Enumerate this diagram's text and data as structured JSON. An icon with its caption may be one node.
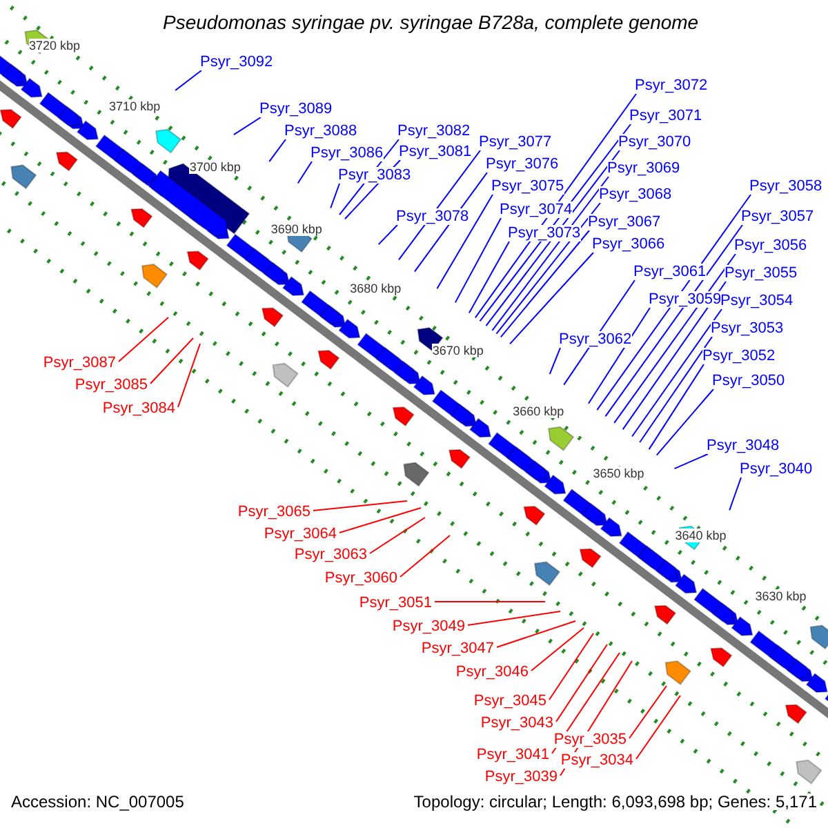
{
  "diagram": {
    "title": "Pseudomonas syringae pv. syringae B728a, complete genome",
    "nodes": [
      {
        "text": [
          "Psyr_3092"
        ]
      },
      {
        "text": [
          "Psyr_3089"
        ]
      },
      {
        "text": [
          "Psyr_3088"
        ]
      },
      {
        "text": [
          "Psyr_3086"
        ]
      },
      {
        "text": [
          "Psyr_3083"
        ]
      },
      {
        "text": [
          "Psyr_3082"
        ]
      },
      {
        "text": [
          "Psyr_3081"
        ]
      },
      {
        "text": [
          "Psyr_3078"
        ]
      },
      {
        "text": [
          "Psyr_3077"
        ]
      },
      {
        "text": [
          "Psyr_3076"
        ]
      },
      {
        "text": [
          "Psyr_3075"
        ]
      },
      {
        "text": [
          "Psyr_3074"
        ]
      },
      {
        "text": [
          "Psyr_3073"
        ]
      },
      {
        "text": [
          "Psyr_3072"
        ]
      },
      {
        "text": [
          "Psyr_3071"
        ]
      },
      {
        "text": [
          "Psyr_3070"
        ]
      },
      {
        "text": [
          "Psyr_3069"
        ]
      },
      {
        "text": [
          "Psyr_3068"
        ]
      },
      {
        "text": [
          "Psyr_3067"
        ]
      },
      {
        "text": [
          "Psyr_3066"
        ]
      },
      {
        "text": [
          "Psyr_3062"
        ]
      },
      {
        "text": [
          "Psyr_3061"
        ]
      },
      {
        "text": [
          "Psyr_3059"
        ]
      },
      {
        "text": [
          "Psyr_3058"
        ]
      },
      {
        "text": [
          "Psyr_3057"
        ]
      },
      {
        "text": [
          "Psyr_3056"
        ]
      },
      {
        "text": [
          "Psyr_3055"
        ]
      },
      {
        "text": [
          "Psyr_3054"
        ]
      },
      {
        "text": [
          "Psyr_3053"
        ]
      },
      {
        "text": [
          "Psyr_3052"
        ]
      },
      {
        "text": [
          "Psyr_3050"
        ]
      },
      {
        "text": [
          "Psyr_3048"
        ]
      },
      {
        "text": [
          "Psyr_3040"
        ]
      },
      {
        "text": [
          "Psyr_3087"
        ]
      },
      {
        "text": [
          "Psyr_3085"
        ]
      },
      {
        "text": [
          "Psyr_3084"
        ]
      },
      {
        "text": [
          "Psyr_3065"
        ]
      },
      {
        "text": [
          "Psyr_3064"
        ]
      },
      {
        "text": [
          "Psyr_3063"
        ]
      },
      {
        "text": [
          "Psyr_3060"
        ]
      },
      {
        "text": [
          "Psyr_3051"
        ]
      },
      {
        "text": [
          "Psyr_3049"
        ]
      },
      {
        "text": [
          "Psyr_3047"
        ]
      },
      {
        "text": [
          "Psyr_3046"
        ]
      },
      {
        "text": [
          "Psyr_3045"
        ]
      },
      {
        "text": [
          "Psyr_3043"
        ]
      },
      {
        "text": [
          "Psyr_3041"
        ]
      },
      {
        "text": [
          "Psyr_3039"
        ]
      },
      {
        "text": [
          "Psyr_3035"
        ]
      },
      {
        "text": [
          "Psyr_3034"
        ]
      }
    ],
    "edges": [
      {
        "from": 0,
        "to": null,
        "arrow": "none"
      },
      {
        "from": 1,
        "to": null,
        "arrow": "none"
      },
      {
        "from": 2,
        "to": null,
        "arrow": "none"
      },
      {
        "from": 3,
        "to": null,
        "arrow": "none"
      },
      {
        "from": 4,
        "to": null,
        "arrow": "none"
      },
      {
        "from": 5,
        "to": null,
        "arrow": "none"
      },
      {
        "from": 6,
        "to": null,
        "arrow": "none"
      },
      {
        "from": 7,
        "to": null,
        "arrow": "none"
      },
      {
        "from": 8,
        "to": null,
        "arrow": "none"
      },
      {
        "from": 9,
        "to": null,
        "arrow": "none"
      },
      {
        "from": 10,
        "to": null,
        "arrow": "none"
      },
      {
        "from": 11,
        "to": null,
        "arrow": "none"
      },
      {
        "from": 12,
        "to": null,
        "arrow": "none"
      },
      {
        "from": 13,
        "to": null,
        "arrow": "none"
      },
      {
        "from": 14,
        "to": null,
        "arrow": "none"
      },
      {
        "from": 15,
        "to": null,
        "arrow": "none"
      },
      {
        "from": 16,
        "to": null,
        "arrow": "none"
      },
      {
        "from": 17,
        "to": null,
        "arrow": "none"
      },
      {
        "from": 18,
        "to": null,
        "arrow": "none"
      },
      {
        "from": 19,
        "to": null,
        "arrow": "none"
      },
      {
        "from": 20,
        "to": null,
        "arrow": "none"
      },
      {
        "from": 21,
        "to": null,
        "arrow": "none"
      },
      {
        "from": 22,
        "to": null,
        "arrow": "none"
      },
      {
        "from": 23,
        "to": null,
        "arrow": "none"
      },
      {
        "from": 24,
        "to": null,
        "arrow": "none"
      },
      {
        "from": 25,
        "to": null,
        "arrow": "none"
      },
      {
        "from": 26,
        "to": null,
        "arrow": "none"
      },
      {
        "from": 27,
        "to": null,
        "arrow": "none"
      },
      {
        "from": 28,
        "to": null,
        "arrow": "none"
      },
      {
        "from": 29,
        "to": null,
        "arrow": "none"
      },
      {
        "from": 30,
        "to": null,
        "arrow": "none"
      },
      {
        "from": 31,
        "to": null,
        "arrow": "none"
      },
      {
        "from": 32,
        "to": null,
        "arrow": "none"
      },
      {
        "from": 33,
        "to": null,
        "arrow": "none",
        "color": "#ff0000"
      },
      {
        "from": 34,
        "to": null,
        "arrow": "none",
        "color": "#ff0000"
      },
      {
        "from": 35,
        "to": null,
        "arrow": "none",
        "color": "#ff0000"
      },
      {
        "from": 36,
        "to": null,
        "arrow": "none",
        "color": "#ff0000"
      },
      {
        "from": 37,
        "to": null,
        "arrow": "none",
        "color": "#ff0000"
      },
      {
        "from": 38,
        "to": null,
        "arrow": "none",
        "color": "#ff0000"
      },
      {
        "from": 39,
        "to": null,
        "arrow": "none",
        "color": "#ff0000"
      },
      {
        "from": 40,
        "to": null,
        "arrow": "none",
        "color": "#ff0000"
      },
      {
        "from": 41,
        "to": null,
        "arrow": "none",
        "color": "#ff0000"
      },
      {
        "from": 42,
        "to": null,
        "arrow": "none",
        "color": "#ff0000"
      },
      {
        "from": 43,
        "to": null,
        "arrow": "none",
        "color": "#ff0000"
      },
      {
        "from": 44,
        "to": null,
        "arrow": "none",
        "color": "#ff0000"
      },
      {
        "from": 45,
        "to": null,
        "arrow": "none",
        "color": "#ff0000"
      },
      {
        "from": 46,
        "to": null,
        "arrow": "none",
        "color": "#ff0000"
      },
      {
        "from": 47,
        "to": null,
        "arrow": "none",
        "color": "#ff0000"
      },
      {
        "from": 48,
        "to": null,
        "arrow": "none",
        "color": "#ff0000"
      },
      {
        "from": 49,
        "to": null,
        "arrow": "none",
        "color": "#ff0000"
      }
    ],
    "labels": [
      "3720 kbp",
      "3710 kbp",
      "3700 kbp",
      "3690 kbp",
      "3680 kbp",
      "3670 kbp",
      "3660 kbp",
      "3650 kbp",
      "3640 kbp",
      "3630 kbp",
      "Accession: NC_007005",
      "Topology: circular; Length: 6,093,698 bp; Genes: 5,171"
    ]
  }
}
